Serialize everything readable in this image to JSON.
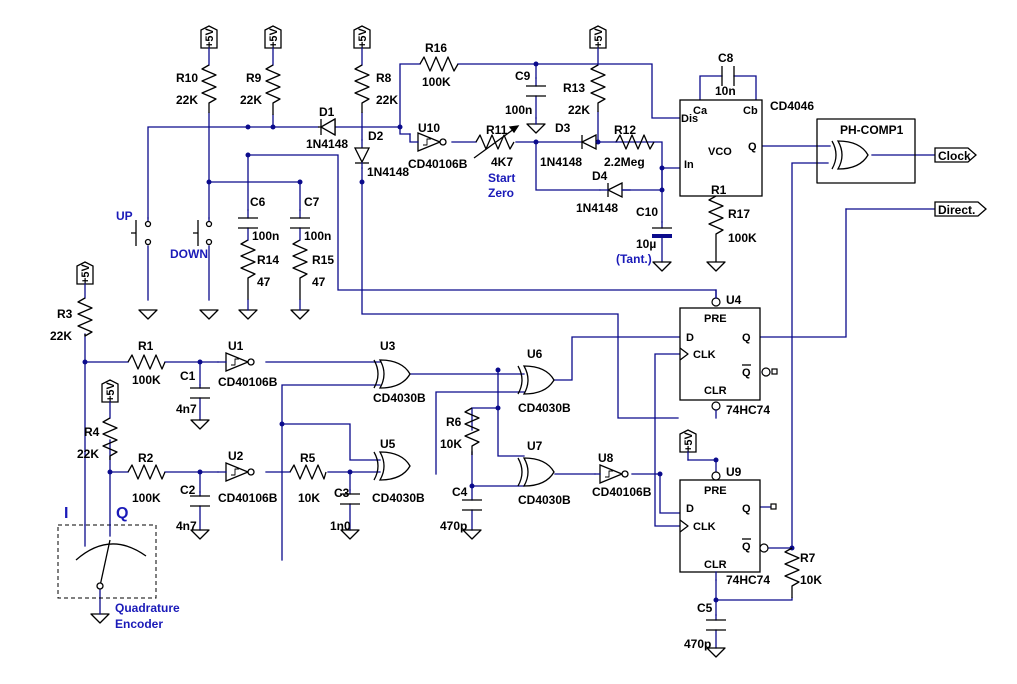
{
  "supply": "+5V",
  "resistors": {
    "R10": {
      "name": "R10",
      "value": "22K"
    },
    "R9": {
      "name": "R9",
      "value": "22K"
    },
    "R8": {
      "name": "R8",
      "value": "22K"
    },
    "R16": {
      "name": "R16",
      "value": "100K"
    },
    "R11": {
      "name": "R11",
      "value": "4K7"
    },
    "R13": {
      "name": "R13",
      "value": "22K"
    },
    "R12": {
      "name": "R12",
      "value": "2.2Meg"
    },
    "R17": {
      "name": "R17",
      "value": "100K"
    },
    "R14": {
      "name": "R14",
      "value": "47"
    },
    "R15": {
      "name": "R15",
      "value": "47"
    },
    "R3": {
      "name": "R3",
      "value": "22K"
    },
    "R1": {
      "name": "R1",
      "value": "100K"
    },
    "R4": {
      "name": "R4",
      "value": "22K"
    },
    "R2": {
      "name": "R2",
      "value": "100K"
    },
    "R5": {
      "name": "R5",
      "value": "10K"
    },
    "R6": {
      "name": "R6",
      "value": "10K"
    },
    "R7": {
      "name": "R7",
      "value": "10K"
    }
  },
  "capacitors": {
    "C8": {
      "name": "C8",
      "value": "10n"
    },
    "C9": {
      "name": "C9",
      "value": "100n"
    },
    "C6": {
      "name": "C6",
      "value": "100n"
    },
    "C7": {
      "name": "C7",
      "value": "100n"
    },
    "C10": {
      "name": "C10",
      "value": "10µ",
      "note": "(Tant.)"
    },
    "C1": {
      "name": "C1",
      "value": "4n7"
    },
    "C2": {
      "name": "C2",
      "value": "4n7"
    },
    "C3": {
      "name": "C3",
      "value": "1n0"
    },
    "C4": {
      "name": "C4",
      "value": "470p"
    },
    "C5": {
      "name": "C5",
      "value": "470p"
    }
  },
  "diodes": {
    "D1": {
      "name": "D1",
      "part": "1N4148"
    },
    "D2": {
      "name": "D2",
      "part": "1N4148"
    },
    "D3": {
      "name": "D3",
      "part": "1N4148"
    },
    "D4": {
      "name": "D4",
      "part": "1N4148"
    }
  },
  "ics": {
    "U10": {
      "name": "U10",
      "part": "CD40106B"
    },
    "U1": {
      "name": "U1",
      "part": "CD40106B"
    },
    "U2": {
      "name": "U2",
      "part": "CD40106B"
    },
    "U8": {
      "name": "U8",
      "part": "CD40106B"
    },
    "U3": {
      "name": "U3",
      "part": "CD4030B"
    },
    "U5": {
      "name": "U5",
      "part": "CD4030B"
    },
    "U6": {
      "name": "U6",
      "part": "CD4030B"
    },
    "U7": {
      "name": "U7",
      "part": "CD4030B"
    },
    "U4": {
      "name": "U4",
      "part": "74HC74"
    },
    "U9": {
      "name": "U9",
      "part": "74HC74"
    },
    "R1vco": {
      "name": "R1",
      "part": "CD4046"
    },
    "phcomp": {
      "name": "PH-COMP1"
    }
  },
  "vco": {
    "ca": "Ca",
    "cb": "Cb",
    "dis": "Dis",
    "in": "In",
    "q": "Q",
    "core": "VCO"
  },
  "ff": {
    "pre": "PRE",
    "d": "D",
    "clk": "CLK",
    "clr": "CLR",
    "q": "Q",
    "qbar": "Q"
  },
  "switches": {
    "up": "UP",
    "down": "DOWN"
  },
  "labels": {
    "start": "Start",
    "zero": "Zero",
    "tant": "(Tant.)",
    "i": "I",
    "q": "Q",
    "enc1": "Quadrature",
    "enc2": "Encoder"
  },
  "ports": {
    "clock": "Clock",
    "direct": "Direct."
  }
}
